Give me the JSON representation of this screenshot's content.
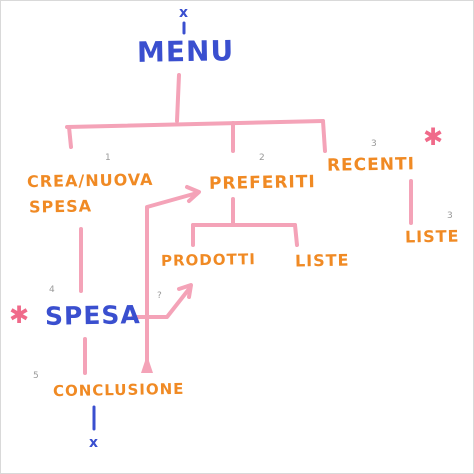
{
  "colors": {
    "menu_text": "#3a4fcf",
    "option_text": "#f08a24",
    "connector": "#f4a3b8",
    "step_number": "#9a9a9a",
    "star": "#f06a8a"
  },
  "nodes": {
    "menu": "MENU",
    "crea_line1": "CREA/NUOVA",
    "crea_line2": "SPESA",
    "preferiti": "PREFERITI",
    "recenti": "RECENTI",
    "prodotti": "PRODOTTI",
    "liste_preferiti": "LISTE",
    "liste_recenti": "LISTE",
    "spesa": "SPESA",
    "conclusione": "CONCLUSIONE"
  },
  "step_numbers": {
    "crea": "1",
    "preferiti": "2",
    "recenti": "3",
    "spesa": "4",
    "conclusione": "5",
    "spesa_arrow": "?",
    "liste_recenti": "3"
  },
  "marks": {
    "top": "x",
    "bottom": "x"
  },
  "icons": {
    "star": "star-icon"
  }
}
